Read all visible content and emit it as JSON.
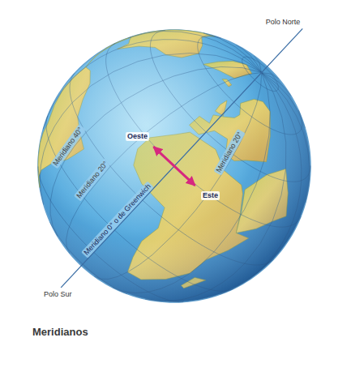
{
  "diagram": {
    "caption": "Meridianos",
    "labels": [
      "Polo Norte",
      "Meridiano 40°",
      "Meridiano 20°",
      "Oeste",
      "Este",
      "Meridiano 0° o de Greenwich",
      "Meridiano 20°",
      "Polo Sur"
    ]
  }
}
